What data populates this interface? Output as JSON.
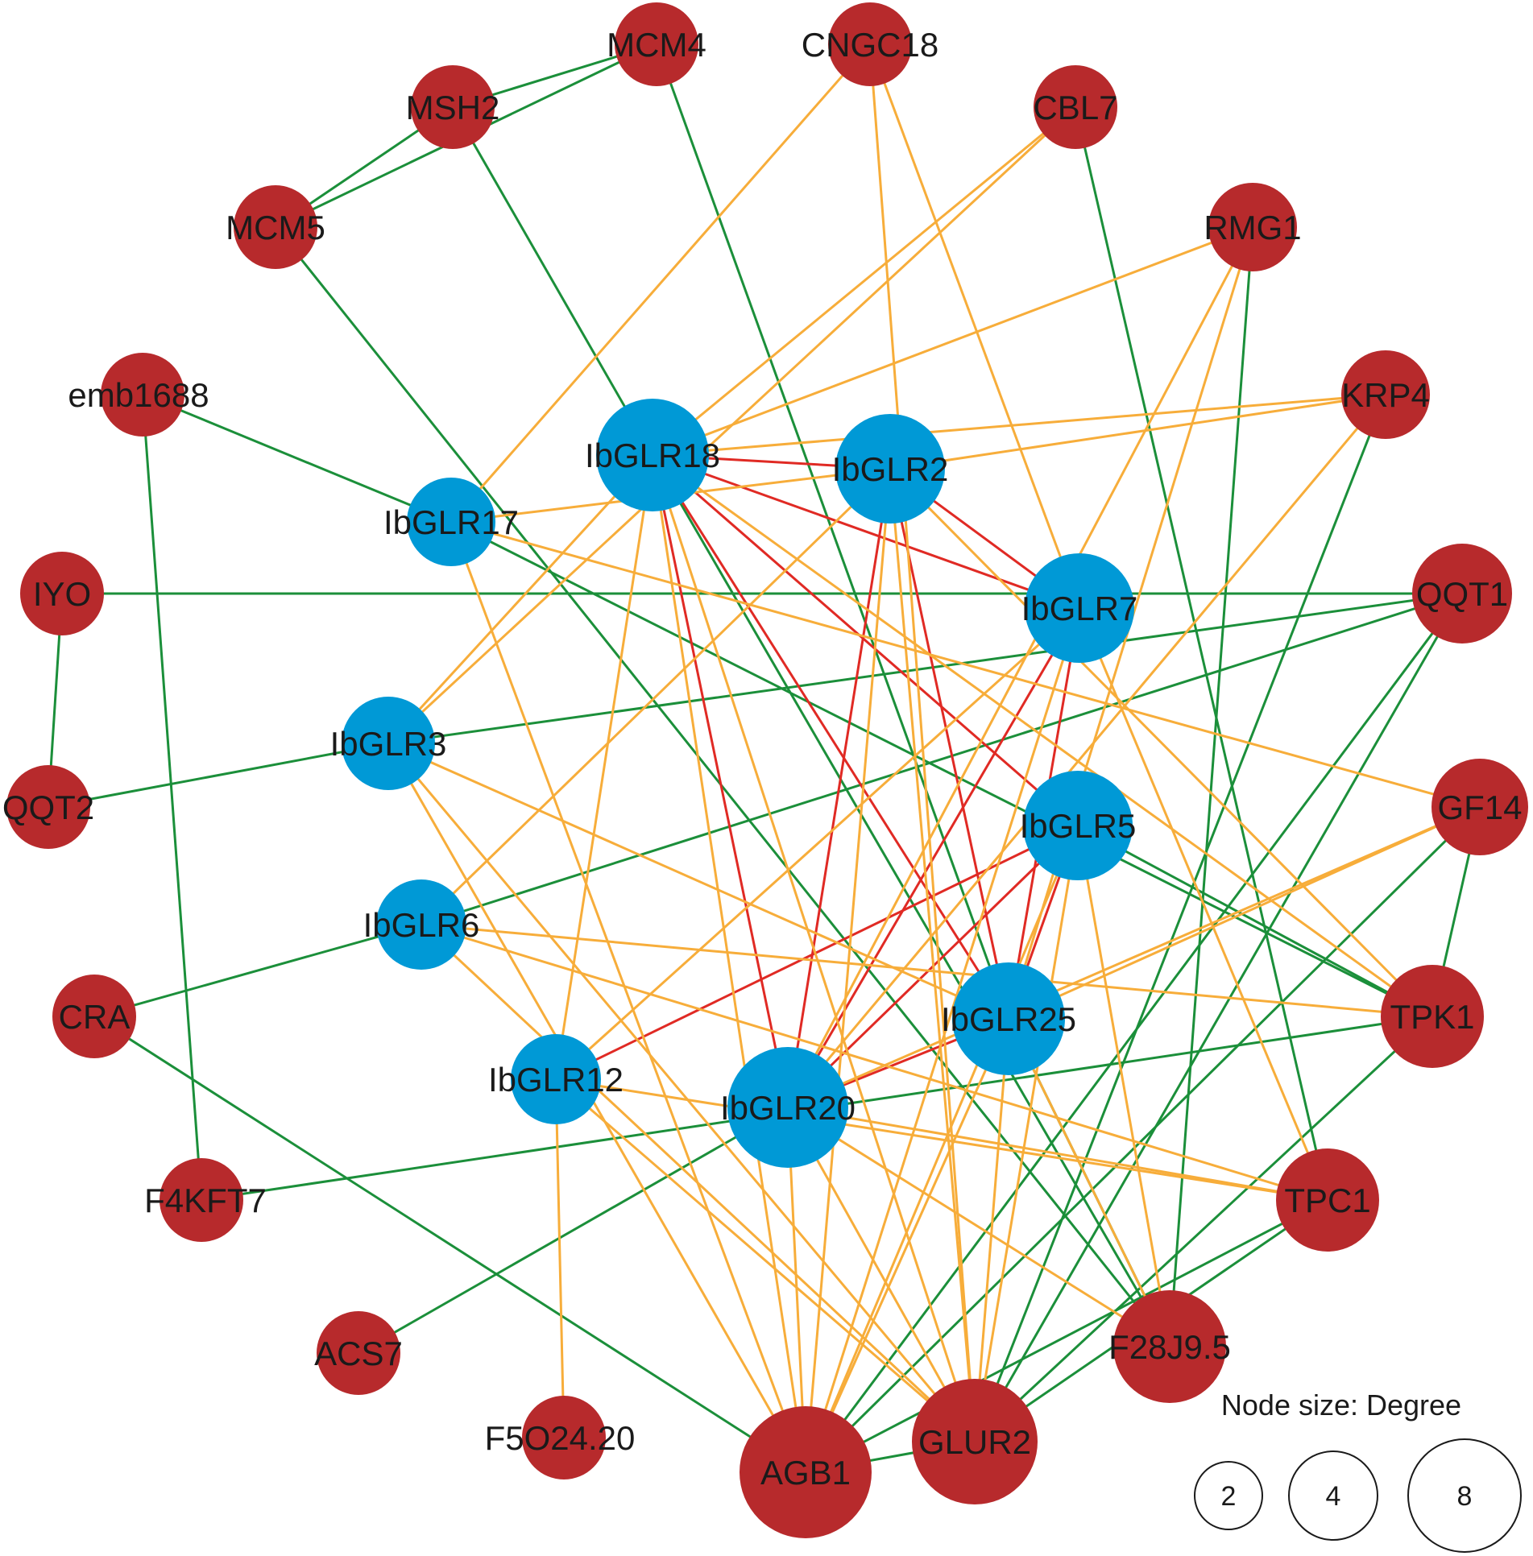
{
  "colors": {
    "ibglr_node": "#0099d6",
    "partner_node": "#b72a2c",
    "edge_red": "#e02a24",
    "edge_orange": "#f7ad3a",
    "edge_green": "#1b8f3a",
    "legend_stroke": "#1a1a1a"
  },
  "nodes": [
    {
      "id": "IbGLR18",
      "label": "IbGLR18",
      "group": "ibglr",
      "degree": 17
    },
    {
      "id": "IbGLR2",
      "label": "IbGLR2",
      "group": "ibglr",
      "degree": 13
    },
    {
      "id": "IbGLR17",
      "label": "IbGLR17",
      "group": "ibglr",
      "degree": 7
    },
    {
      "id": "IbGLR7",
      "label": "IbGLR7",
      "group": "ibglr",
      "degree": 12
    },
    {
      "id": "IbGLR3",
      "label": "IbGLR3",
      "group": "ibglr",
      "degree": 8
    },
    {
      "id": "IbGLR5",
      "label": "IbGLR5",
      "group": "ibglr",
      "degree": 13
    },
    {
      "id": "IbGLR6",
      "label": "IbGLR6",
      "group": "ibglr",
      "degree": 7
    },
    {
      "id": "IbGLR25",
      "label": "IbGLR25",
      "group": "ibglr",
      "degree": 14
    },
    {
      "id": "IbGLR12",
      "label": "IbGLR12",
      "group": "ibglr",
      "degree": 6
    },
    {
      "id": "IbGLR20",
      "label": "IbGLR20",
      "group": "ibglr",
      "degree": 19
    },
    {
      "id": "MCM4",
      "label": "MCM4",
      "group": "partner",
      "degree": 3
    },
    {
      "id": "CNGC18",
      "label": "CNGC18",
      "group": "partner",
      "degree": 3
    },
    {
      "id": "MSH2",
      "label": "MSH2",
      "group": "partner",
      "degree": 3
    },
    {
      "id": "CBL7",
      "label": "CBL7",
      "group": "partner",
      "degree": 3
    },
    {
      "id": "MCM5",
      "label": "MCM5",
      "group": "partner",
      "degree": 3
    },
    {
      "id": "RMG1",
      "label": "RMG1",
      "group": "partner",
      "degree": 4
    },
    {
      "id": "emb1688",
      "label": "emb1688",
      "group": "partner",
      "degree": 2
    },
    {
      "id": "KRP4",
      "label": "KRP4",
      "group": "partner",
      "degree": 4
    },
    {
      "id": "IYO",
      "label": "IYO",
      "group": "partner",
      "degree": 2
    },
    {
      "id": "QQT1",
      "label": "QQT1",
      "group": "partner",
      "degree": 5
    },
    {
      "id": "QQT2",
      "label": "QQT2",
      "group": "partner",
      "degree": 2
    },
    {
      "id": "GF14",
      "label": "GF14",
      "group": "partner",
      "degree": 5
    },
    {
      "id": "CRA",
      "label": "CRA",
      "group": "partner",
      "degree": 2
    },
    {
      "id": "TPK1",
      "label": "TPK1",
      "group": "partner",
      "degree": 6
    },
    {
      "id": "F4KFT7",
      "label": "F4KFT7",
      "group": "partner",
      "degree": 2
    },
    {
      "id": "TPC1",
      "label": "TPC1",
      "group": "partner",
      "degree": 6
    },
    {
      "id": "ACS7",
      "label": "ACS7",
      "group": "partner",
      "degree": 1
    },
    {
      "id": "F28J9.5",
      "label": "F28J9.5",
      "group": "partner",
      "degree": 8
    },
    {
      "id": "F5O24.20",
      "label": "F5O24.20",
      "group": "partner",
      "degree": 1
    },
    {
      "id": "AGB1",
      "label": "AGB1",
      "group": "partner",
      "degree": 12
    },
    {
      "id": "GLUR2",
      "label": "GLUR2",
      "group": "partner",
      "degree": 11
    }
  ],
  "edges": [
    {
      "source": "MCM4",
      "target": "MSH2",
      "type": "green"
    },
    {
      "source": "MCM4",
      "target": "MCM5",
      "type": "green"
    },
    {
      "source": "MSH2",
      "target": "MCM5",
      "type": "green"
    },
    {
      "source": "MSH2",
      "target": "IbGLR18",
      "type": "green"
    },
    {
      "source": "MCM4",
      "target": "IbGLR25",
      "type": "green"
    },
    {
      "source": "MCM5",
      "target": "F28J9.5",
      "type": "green"
    },
    {
      "source": "CBL7",
      "target": "TPC1",
      "type": "green"
    },
    {
      "source": "RMG1",
      "target": "F28J9.5",
      "type": "green"
    },
    {
      "source": "KRP4",
      "target": "GLUR2",
      "type": "green"
    },
    {
      "source": "emb1688",
      "target": "IbGLR17",
      "type": "green"
    },
    {
      "source": "emb1688",
      "target": "F4KFT7",
      "type": "green"
    },
    {
      "source": "IYO",
      "target": "QQT1",
      "type": "green"
    },
    {
      "source": "IYO",
      "target": "QQT2",
      "type": "green"
    },
    {
      "source": "QQT2",
      "target": "IbGLR3",
      "type": "green"
    },
    {
      "source": "IbGLR3",
      "target": "QQT1",
      "type": "green"
    },
    {
      "source": "IbGLR6",
      "target": "QQT1",
      "type": "green"
    },
    {
      "source": "QQT1",
      "target": "AGB1",
      "type": "green"
    },
    {
      "source": "QQT1",
      "target": "GLUR2",
      "type": "green"
    },
    {
      "source": "GF14",
      "target": "TPK1",
      "type": "green"
    },
    {
      "source": "GF14",
      "target": "AGB1",
      "type": "green"
    },
    {
      "source": "CRA",
      "target": "IbGLR6",
      "type": "green"
    },
    {
      "source": "CRA",
      "target": "AGB1",
      "type": "green"
    },
    {
      "source": "F4KFT7",
      "target": "TPK1",
      "type": "green"
    },
    {
      "source": "ACS7",
      "target": "IbGLR20",
      "type": "green"
    },
    {
      "source": "TPK1",
      "target": "GLUR2",
      "type": "green"
    },
    {
      "source": "TPC1",
      "target": "AGB1",
      "type": "green"
    },
    {
      "source": "TPC1",
      "target": "GLUR2",
      "type": "green"
    },
    {
      "source": "AGB1",
      "target": "GLUR2",
      "type": "green"
    },
    {
      "source": "IbGLR17",
      "target": "TPK1",
      "type": "green"
    },
    {
      "source": "IbGLR18",
      "target": "F28J9.5",
      "type": "green"
    },
    {
      "source": "IbGLR5",
      "target": "TPK1",
      "type": "green"
    },
    {
      "source": "IbGLR25",
      "target": "F28J9.5",
      "type": "green"
    },
    {
      "source": "IbGLR18",
      "target": "IbGLR2",
      "type": "red"
    },
    {
      "source": "IbGLR18",
      "target": "IbGLR5",
      "type": "red"
    },
    {
      "source": "IbGLR18",
      "target": "IbGLR25",
      "type": "red"
    },
    {
      "source": "IbGLR18",
      "target": "IbGLR20",
      "type": "red"
    },
    {
      "source": "IbGLR2",
      "target": "IbGLR7",
      "type": "red"
    },
    {
      "source": "IbGLR2",
      "target": "IbGLR20",
      "type": "red"
    },
    {
      "source": "IbGLR2",
      "target": "IbGLR25",
      "type": "red"
    },
    {
      "source": "IbGLR18",
      "target": "IbGLR7",
      "type": "red"
    },
    {
      "source": "IbGLR7",
      "target": "IbGLR20",
      "type": "red"
    },
    {
      "source": "IbGLR7",
      "target": "IbGLR25",
      "type": "red"
    },
    {
      "source": "IbGLR5",
      "target": "IbGLR20",
      "type": "red"
    },
    {
      "source": "IbGLR5",
      "target": "IbGLR12",
      "type": "red"
    },
    {
      "source": "IbGLR5",
      "target": "IbGLR25",
      "type": "red"
    },
    {
      "source": "IbGLR25",
      "target": "IbGLR20",
      "type": "red"
    },
    {
      "source": "CNGC18",
      "target": "IbGLR17",
      "type": "orange"
    },
    {
      "source": "CNGC18",
      "target": "GLUR2",
      "type": "orange"
    },
    {
      "source": "CNGC18",
      "target": "IbGLR7",
      "type": "orange"
    },
    {
      "source": "CBL7",
      "target": "IbGLR18",
      "type": "orange"
    },
    {
      "source": "CBL7",
      "target": "IbGLR3",
      "type": "orange"
    },
    {
      "source": "RMG1",
      "target": "IbGLR18",
      "type": "orange"
    },
    {
      "source": "RMG1",
      "target": "IbGLR25",
      "type": "orange"
    },
    {
      "source": "RMG1",
      "target": "IbGLR20",
      "type": "orange"
    },
    {
      "source": "KRP4",
      "target": "IbGLR2",
      "type": "orange"
    },
    {
      "source": "KRP4",
      "target": "IbGLR18",
      "type": "orange"
    },
    {
      "source": "KRP4",
      "target": "IbGLR20",
      "type": "orange"
    },
    {
      "source": "IbGLR17",
      "target": "IbGLR2",
      "type": "orange"
    },
    {
      "source": "IbGLR17",
      "target": "GF14",
      "type": "orange"
    },
    {
      "source": "IbGLR17",
      "target": "AGB1",
      "type": "orange"
    },
    {
      "source": "IbGLR18",
      "target": "IbGLR3",
      "type": "orange"
    },
    {
      "source": "IbGLR18",
      "target": "IbGLR12",
      "type": "orange"
    },
    {
      "source": "IbGLR18",
      "target": "AGB1",
      "type": "orange"
    },
    {
      "source": "IbGLR18",
      "target": "GLUR2",
      "type": "orange"
    },
    {
      "source": "IbGLR18",
      "target": "TPK1",
      "type": "orange"
    },
    {
      "source": "IbGLR2",
      "target": "IbGLR6",
      "type": "orange"
    },
    {
      "source": "IbGLR2",
      "target": "AGB1",
      "type": "orange"
    },
    {
      "source": "IbGLR2",
      "target": "GLUR2",
      "type": "orange"
    },
    {
      "source": "IbGLR2",
      "target": "TPK1",
      "type": "orange"
    },
    {
      "source": "IbGLR7",
      "target": "IbGLR12",
      "type": "orange"
    },
    {
      "source": "IbGLR7",
      "target": "AGB1",
      "type": "orange"
    },
    {
      "source": "IbGLR7",
      "target": "TPC1",
      "type": "orange"
    },
    {
      "source": "IbGLR3",
      "target": "IbGLR25",
      "type": "orange"
    },
    {
      "source": "IbGLR3",
      "target": "AGB1",
      "type": "orange"
    },
    {
      "source": "IbGLR3",
      "target": "GLUR2",
      "type": "orange"
    },
    {
      "source": "IbGLR5",
      "target": "GLUR2",
      "type": "orange"
    },
    {
      "source": "IbGLR5",
      "target": "F28J9.5",
      "type": "orange"
    },
    {
      "source": "IbGLR5",
      "target": "AGB1",
      "type": "orange"
    },
    {
      "source": "IbGLR6",
      "target": "GLUR2",
      "type": "orange"
    },
    {
      "source": "IbGLR6",
      "target": "TPC1",
      "type": "orange"
    },
    {
      "source": "IbGLR6",
      "target": "TPK1",
      "type": "orange"
    },
    {
      "source": "IbGLR12",
      "target": "GLUR2",
      "type": "orange"
    },
    {
      "source": "IbGLR12",
      "target": "TPC1",
      "type": "orange"
    },
    {
      "source": "IbGLR12",
      "target": "F5O24.20",
      "type": "orange"
    },
    {
      "source": "IbGLR25",
      "target": "AGB1",
      "type": "orange"
    },
    {
      "source": "IbGLR25",
      "target": "GLUR2",
      "type": "orange"
    },
    {
      "source": "IbGLR25",
      "target": "GF14",
      "type": "orange"
    },
    {
      "source": "IbGLR20",
      "target": "GF14",
      "type": "orange"
    },
    {
      "source": "IbGLR20",
      "target": "TPC1",
      "type": "orange"
    },
    {
      "source": "IbGLR20",
      "target": "GLUR2",
      "type": "orange"
    },
    {
      "source": "IbGLR20",
      "target": "AGB1",
      "type": "orange"
    },
    {
      "source": "IbGLR20",
      "target": "F28J9.5",
      "type": "orange"
    },
    {
      "source": "IbGLR25",
      "target": "F28J9.5",
      "type": "orange"
    }
  ],
  "legend": {
    "title": "Node size: Degree",
    "items": [
      {
        "label": "2",
        "degree": 2
      },
      {
        "label": "4",
        "degree": 4
      },
      {
        "label": "8",
        "degree": 8
      }
    ]
  }
}
